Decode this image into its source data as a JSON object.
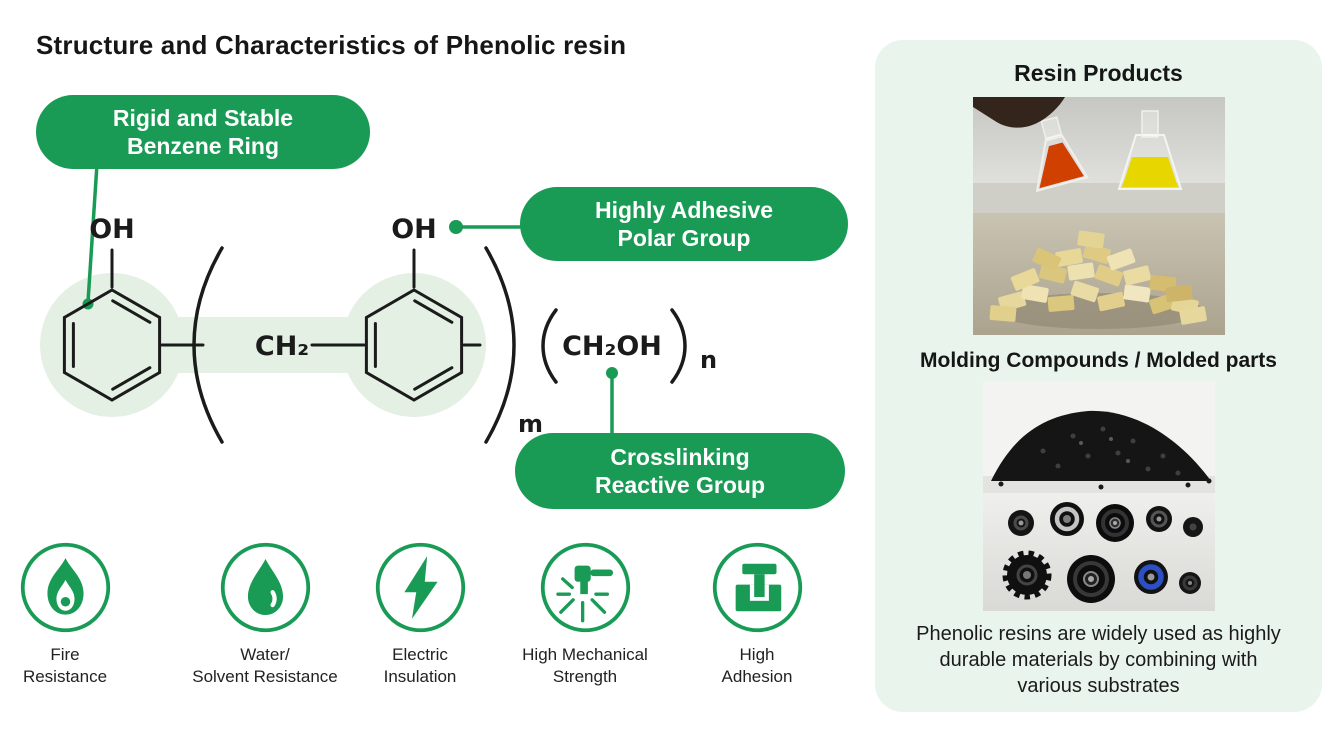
{
  "title": "Structure and Characteristics of Phenolic resin",
  "colors": {
    "accent": "#199b56",
    "panel_bg": "#e9f4ec",
    "blob": "#e3f0e3"
  },
  "callouts": {
    "benzene": {
      "line1": "Rigid and Stable",
      "line2": "Benzene Ring"
    },
    "polar": {
      "line1": "Highly Adhesive",
      "line2": "Polar Group"
    },
    "crosslink": {
      "line1": "Crosslinking",
      "line2": "Reactive Group"
    }
  },
  "chem": {
    "oh_left": "OH",
    "oh_right": "OH",
    "methylene": "CH₂",
    "methylol": "CH₂OH",
    "subscript_m": "m",
    "subscript_n": "n"
  },
  "properties": [
    {
      "icon": "flame-icon",
      "line1": "Fire",
      "line2": "Resistance"
    },
    {
      "icon": "droplet-icon",
      "line1": "Water/",
      "line2": "Solvent Resistance"
    },
    {
      "icon": "lightning-icon",
      "line1": "Electric",
      "line2": "Insulation"
    },
    {
      "icon": "hammer-impact-icon",
      "line1": "High Mechanical",
      "line2": "Strength"
    },
    {
      "icon": "joint-icon",
      "line1": "High",
      "line2": "Adhesion"
    }
  ],
  "panel": {
    "heading_resin": "Resin Products",
    "heading_molding": "Molding Compounds / Molded parts",
    "caption": "Phenolic resins are widely used as highly durable materials by combining with various substrates"
  }
}
